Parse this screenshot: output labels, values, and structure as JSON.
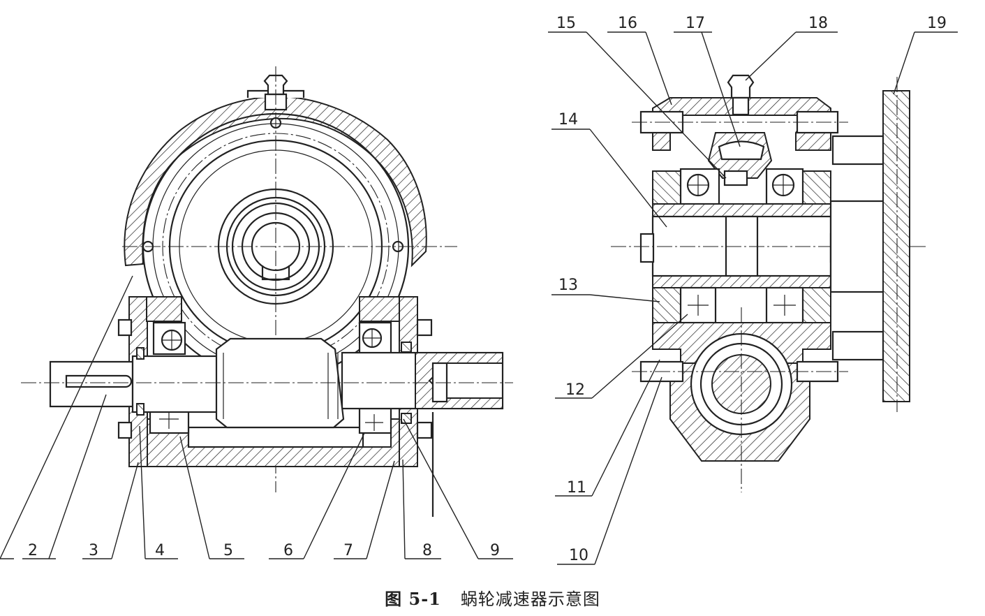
{
  "caption": {
    "figure_number": "图 5-1",
    "title": "蜗轮减速器示意图"
  },
  "part_labels": [
    "2",
    "3",
    "4",
    "5",
    "6",
    "7",
    "8",
    "9",
    "10",
    "11",
    "12",
    "13",
    "14",
    "15",
    "16",
    "17",
    "18",
    "19"
  ]
}
